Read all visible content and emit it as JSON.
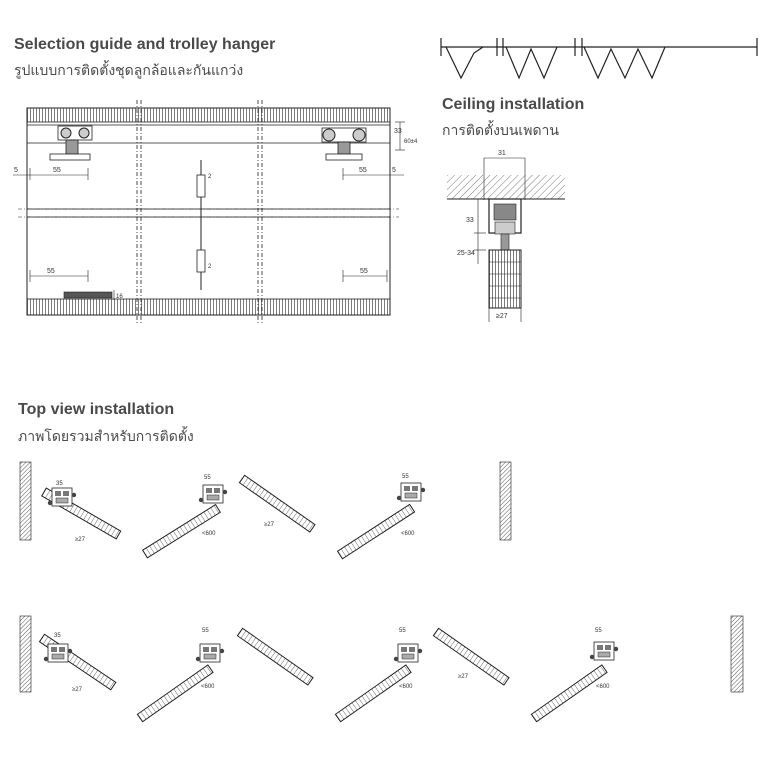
{
  "selection": {
    "title": "Selection guide and trolley hanger",
    "subtitle": "รูปแบบการติดตั้งชุดลูกล้อและกันแกว่ง"
  },
  "ceiling": {
    "title": "Ceiling installation",
    "subtitle": "การติดตั้งบนเพดาน",
    "dim_width": "31",
    "dim_height": "33",
    "dim_range": "25-34",
    "dim_panel": "≥27"
  },
  "top_view": {
    "title": "Top view installation",
    "subtitle": "ภาพโดยรวมสำหรับการติดตั้ง"
  },
  "elevation": {
    "dim_5_left": "5",
    "dim_55_top_left": "55",
    "dim_55_top_right": "55",
    "dim_5_right": "5",
    "dim_33": "33",
    "dim_60": "60±4",
    "dim_2_top": "2",
    "dim_2_bottom": "2",
    "dim_55_bottom_left": "55",
    "dim_55_bottom_right": "55",
    "dim_16": "16"
  },
  "plan_labels": {
    "dim_35": "35",
    "dim_55": "55",
    "dim_27": "≥27",
    "dim_600": "<600"
  }
}
